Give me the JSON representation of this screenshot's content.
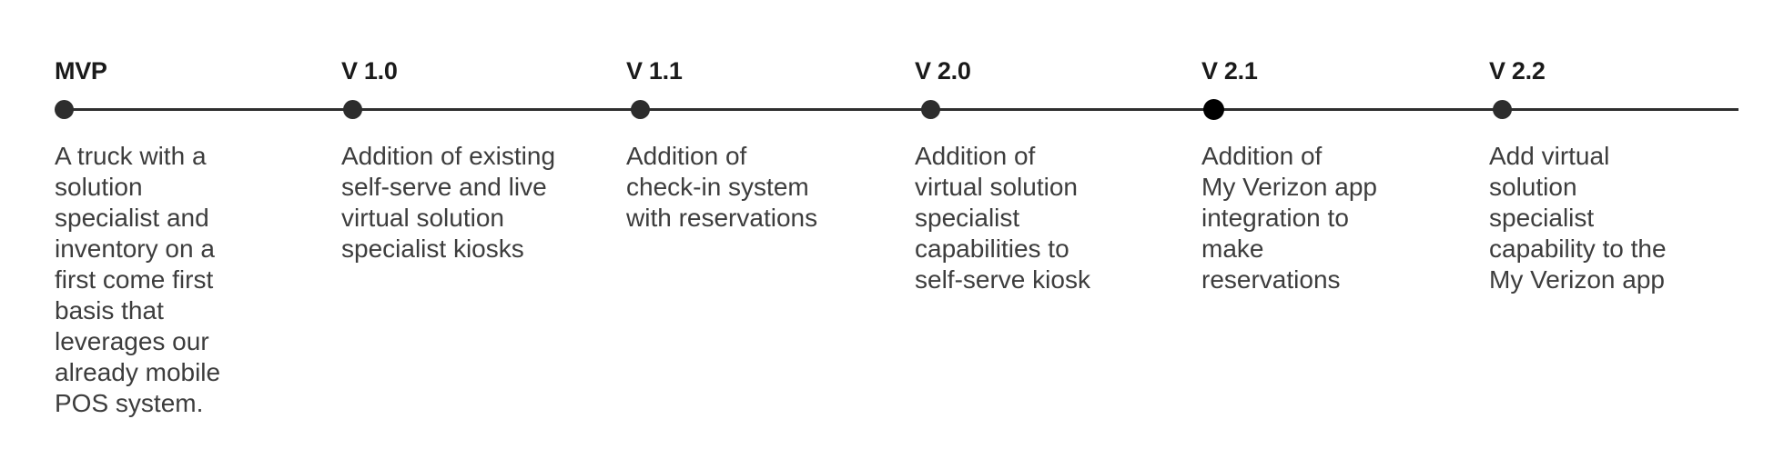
{
  "timeline": {
    "line_color": "#2e2e2e",
    "dot_color": "#2d2d2d",
    "active_dot_color": "#000000",
    "milestones": [
      {
        "label": "MVP",
        "description": "A truck with a\nsolution\nspecialist and\ninventory on a\nfirst come first\nbasis that\nleverages our\nalready mobile\nPOS system.",
        "active": false
      },
      {
        "label": "V 1.0",
        "description": "Addition of existing\nself-serve and live\nvirtual solution\nspecialist kiosks",
        "active": false
      },
      {
        "label": "V 1.1",
        "description": "Addition of\ncheck-in system\nwith reservations",
        "active": false
      },
      {
        "label": "V 2.0",
        "description": "Addition of\nvirtual solution\nspecialist\ncapabilities to\nself-serve kiosk",
        "active": false
      },
      {
        "label": "V 2.1",
        "description": "Addition of\nMy Verizon app\nintegration to\nmake\nreservations",
        "active": true
      },
      {
        "label": "V 2.2",
        "description": "Add virtual\nsolution\nspecialist\ncapability to the\nMy Verizon app",
        "active": false
      }
    ]
  }
}
